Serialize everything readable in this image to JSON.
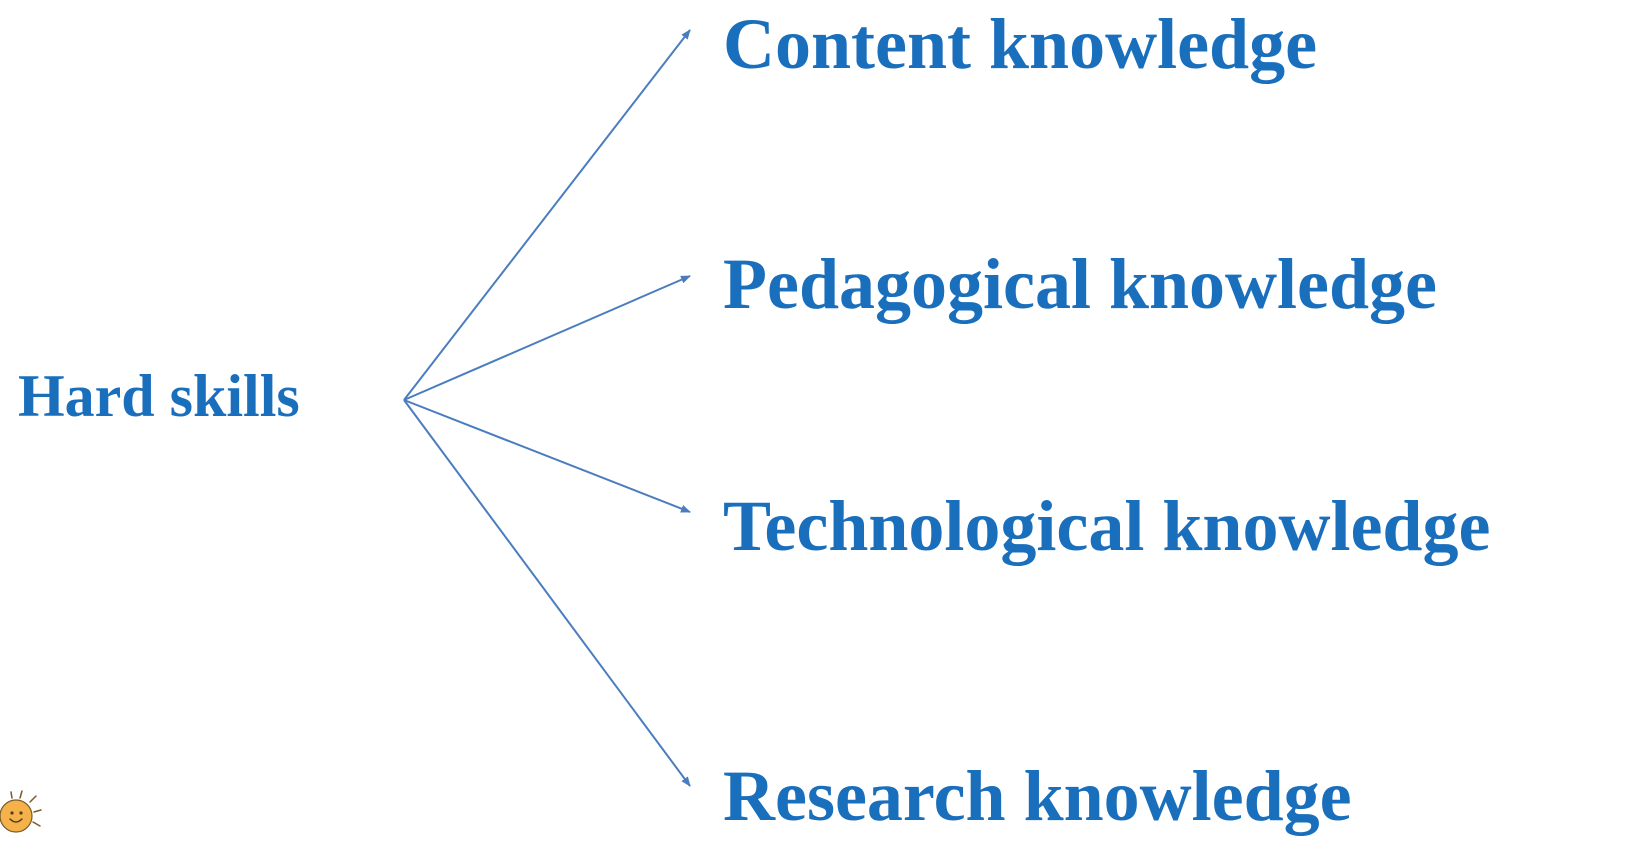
{
  "diagram": {
    "root": {
      "label": "Hard skills"
    },
    "branches": [
      {
        "label": "Content knowledge"
      },
      {
        "label": "Pedagogical knowledge"
      },
      {
        "label": "Technological knowledge"
      },
      {
        "label": "Research knowledge"
      }
    ]
  },
  "colors": {
    "text": "#1a6fbd",
    "connector": "#4a7dbf",
    "mascot_fill": "#f5b24a",
    "mascot_stroke": "#7a5a2a"
  },
  "icons": {
    "mascot": "smiling-sun-icon"
  }
}
